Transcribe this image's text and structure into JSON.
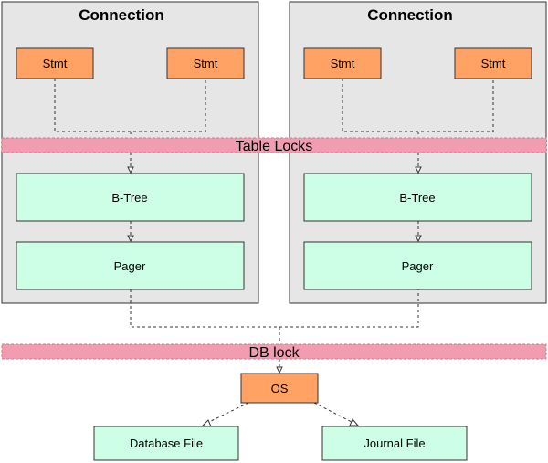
{
  "connections": [
    {
      "title": "Connection",
      "stmts": [
        "Stmt",
        "Stmt"
      ],
      "btree": "B-Tree",
      "pager": "Pager"
    },
    {
      "title": "Connection",
      "stmts": [
        "Stmt",
        "Stmt"
      ],
      "btree": "B-Tree",
      "pager": "Pager"
    }
  ],
  "locks": {
    "table": "Table Locks",
    "db": "DB lock"
  },
  "os": "OS",
  "files": {
    "database": "Database File",
    "journal": "Journal File"
  },
  "colors": {
    "connection_fill": "#e6e6e6",
    "stmt_fill": "#ffa264",
    "btree_fill": "#ccffe6",
    "lock_band": "#f19cb0"
  }
}
